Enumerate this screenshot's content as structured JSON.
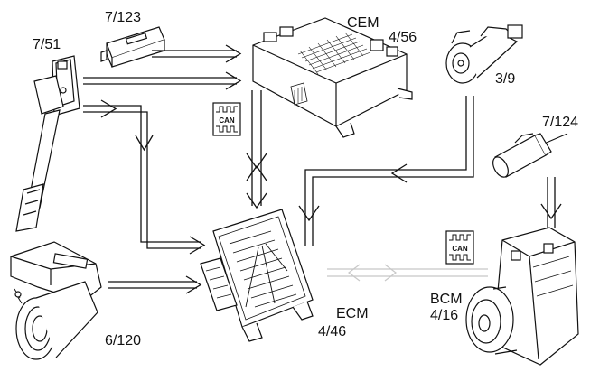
{
  "labels": {
    "pedal": "7/51",
    "sensor_small": "7/123",
    "cem_name": "CEM",
    "cem_code": "4/56",
    "switch": "3/9",
    "temp_sensor": "7/124",
    "throttle": "6/120",
    "ecm_name": "ECM",
    "ecm_code": "4/46",
    "bcm_name": "BCM",
    "bcm_code": "4/16"
  },
  "can_badges": [
    {
      "text": "CAN"
    },
    {
      "text": "CAN"
    }
  ],
  "colors": {
    "line": "#111111",
    "can_bus": "#d0d0d0"
  }
}
